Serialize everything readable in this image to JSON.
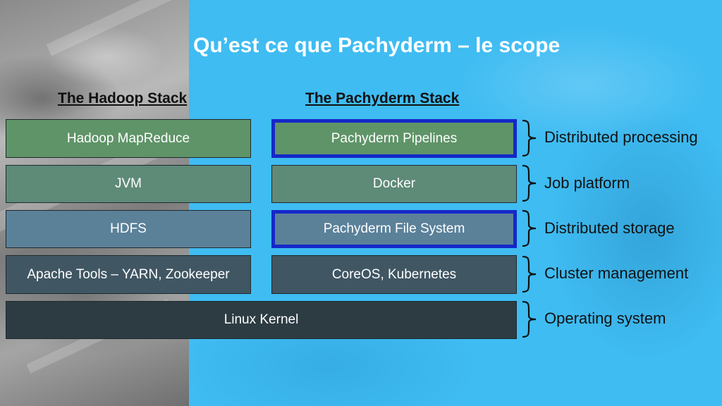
{
  "slide": {
    "title": "Qu’est ce que Pachyderm – le scope"
  },
  "hadoop_stack": {
    "heading": "The Hadoop Stack",
    "boxes": [
      "Hadoop MapReduce",
      "JVM",
      "HDFS",
      "Apache Tools – YARN, Zookeeper"
    ]
  },
  "pachyderm_stack": {
    "heading": "The Pachyderm Stack",
    "boxes": [
      "Pachyderm Pipelines",
      "Docker",
      "Pachyderm File System",
      "CoreOS, Kubernetes"
    ]
  },
  "shared": {
    "kernel": "Linux Kernel"
  },
  "layers": [
    "Distributed processing",
    "Job platform",
    "Distributed storage",
    "Cluster management",
    "Operating system"
  ],
  "colors": {
    "background_blue": "#3fbcf2",
    "highlight_border": "#1428c8",
    "processing": "#5f9468",
    "platform": "#5e8a78",
    "storage": "#5b8199",
    "cluster": "#405663",
    "os": "#2d3c43"
  }
}
